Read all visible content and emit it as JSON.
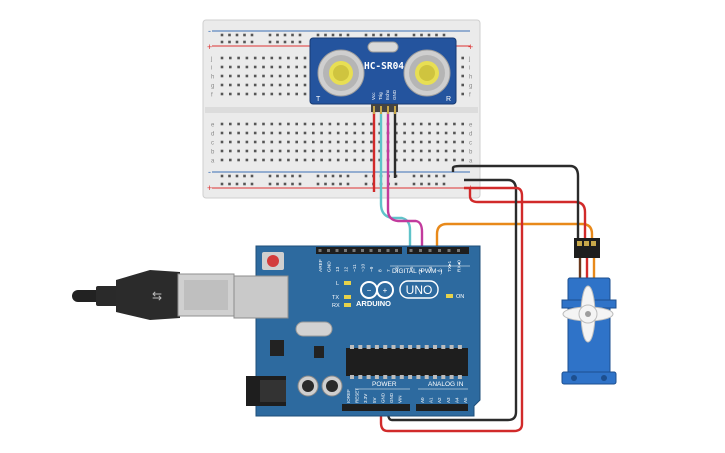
{
  "sensor": {
    "model": "HC-SR04",
    "pin_labels": [
      "Vcc",
      "Trig",
      "Echo",
      "GND"
    ],
    "corner_left": "T",
    "corner_right": "R"
  },
  "arduino": {
    "logo_text": "ARDUINO",
    "model_text": "UNO",
    "digital_header": "DIGITAL (PWM~)",
    "power_header": "POWER",
    "analog_header": "ANALOG IN",
    "on_label": "ON",
    "led_l": "L",
    "led_tx": "TX",
    "led_rx": "RX",
    "top_pins": [
      "AREF",
      "GND",
      "13",
      "12",
      "~11",
      "~10",
      "~9",
      "8",
      "7",
      "~6",
      "~5",
      "4",
      "~3",
      "2",
      "TX▸1",
      "RX◂0"
    ],
    "power_pins": [
      "IOREF",
      "RESET",
      "3.3V",
      "5V",
      "GND",
      "GND",
      "VIN"
    ],
    "analog_pins": [
      "A0",
      "A1",
      "A2",
      "A3",
      "A4",
      "A5"
    ]
  },
  "breadboard": {
    "rail_plus": "+",
    "rail_minus": "-",
    "row_letters_top": [
      "j",
      "i",
      "h",
      "g",
      "f"
    ],
    "row_letters_bottom": [
      "e",
      "d",
      "c",
      "b",
      "a"
    ]
  },
  "colors": {
    "board": "#2d6a9f",
    "board_dark": "#1f4f7a",
    "wire_red": "#d12a2a",
    "wire_black": "#2b2b2b",
    "wire_cyan": "#5fc3c9",
    "wire_magenta": "#c23b9d",
    "wire_orange": "#e8891a",
    "servo": "#2f73c8",
    "breadboard": "#eeeeee"
  }
}
